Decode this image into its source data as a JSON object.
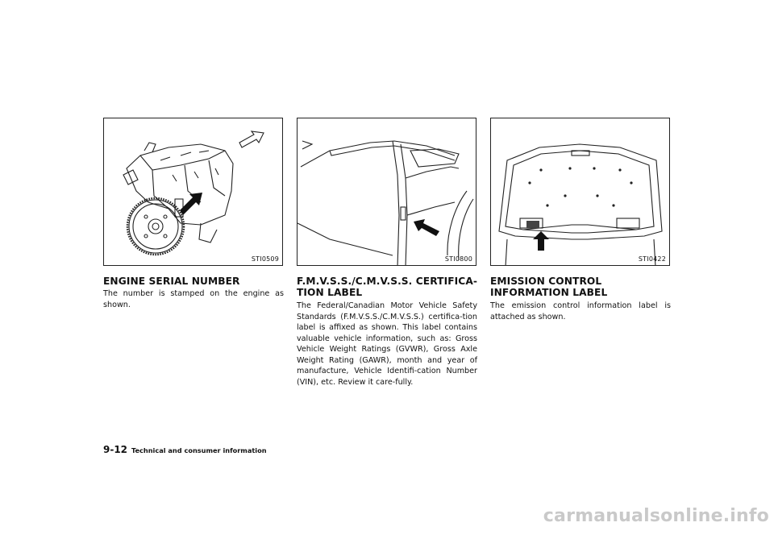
{
  "columns": [
    {
      "figure_code": "STI0509",
      "heading": "ENGINE SERIAL NUMBER",
      "body": "The number is stamped on the engine as shown."
    },
    {
      "figure_code": "STI0800",
      "heading": "F.M.V.S.S./C.M.V.S.S. CERTIFICA-TION LABEL",
      "body": "The Federal/Canadian Motor Vehicle Safety Standards (F.M.V.S.S./C.M.V.S.S.) certifica-tion label is affixed as shown. This label contains valuable vehicle information, such as: Gross Vehicle Weight Ratings (GVWR), Gross Axle Weight Rating (GAWR), month and year of manufacture, Vehicle Identifi-cation Number (VIN), etc. Review it care-fully."
    },
    {
      "figure_code": "STI0422",
      "heading": "EMISSION CONTROL INFORMATION LABEL",
      "body": "The emission control information label is attached as shown."
    }
  ],
  "footer": {
    "page_number": "9-12",
    "section_title": "Technical and consumer information"
  },
  "watermark": "carmanualsonline.info"
}
